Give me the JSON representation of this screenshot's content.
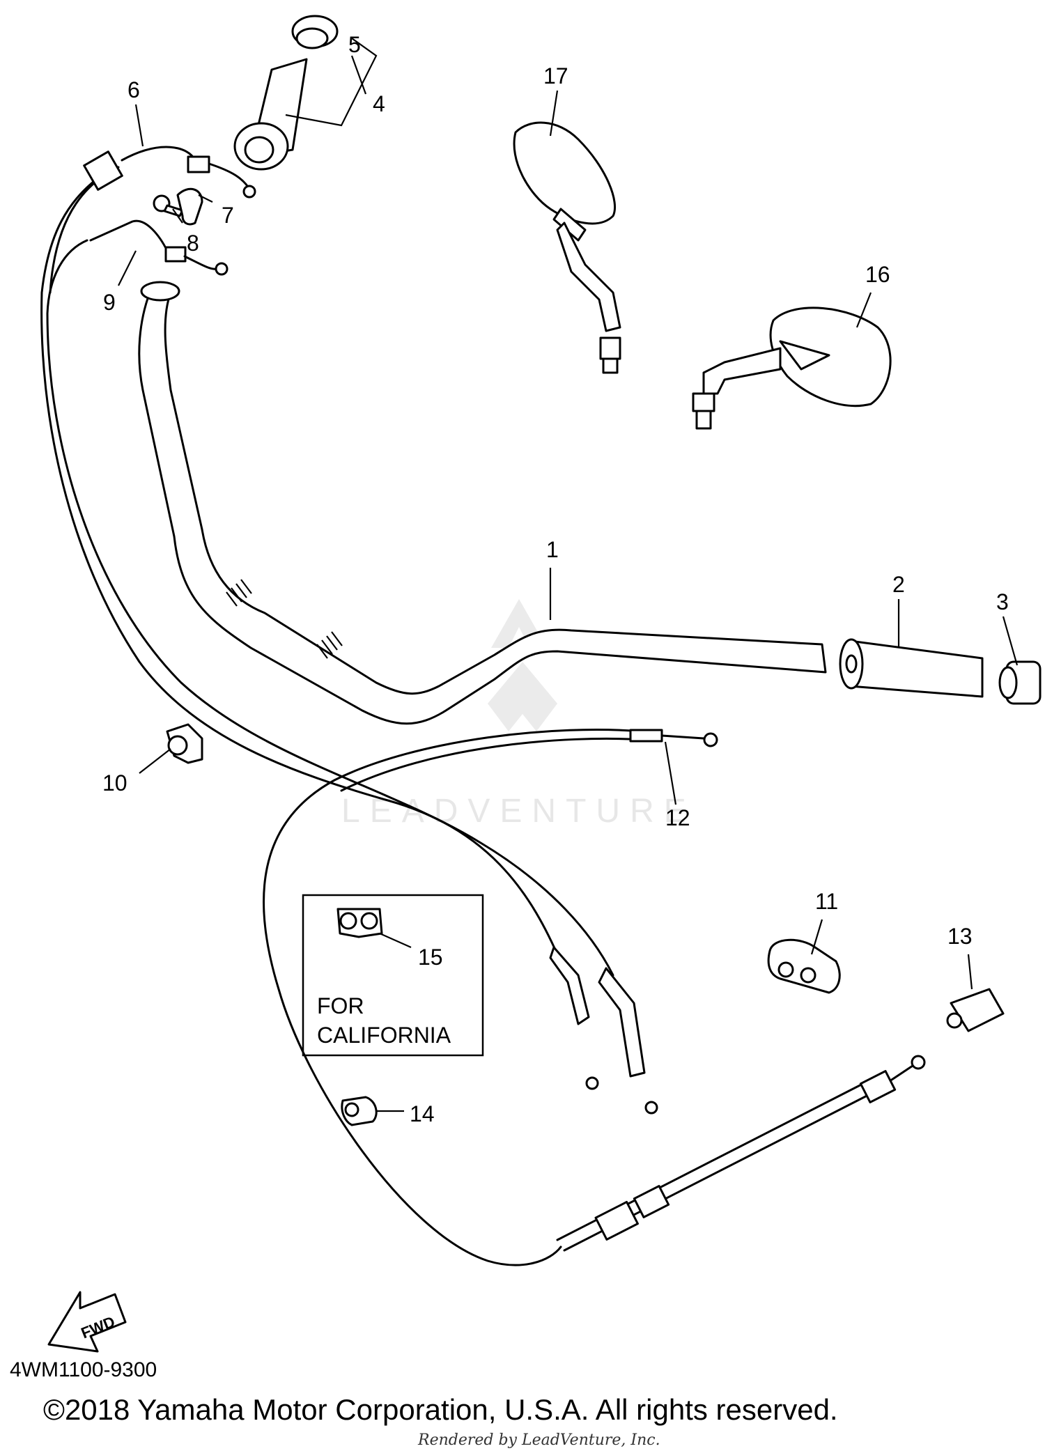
{
  "diagram": {
    "callouts": [
      "1",
      "2",
      "3",
      "4",
      "5",
      "6",
      "7",
      "8",
      "9",
      "10",
      "11",
      "12",
      "13",
      "14",
      "15",
      "16",
      "17"
    ],
    "inset_box": {
      "line1": "FOR",
      "line2": "CALIFORNIA"
    },
    "direction_arrow": "FWD",
    "watermark": "LEADVENTURE"
  },
  "footer": {
    "diagram_code": "4WM1100-9300",
    "copyright": "©2018 Yamaha Motor Corporation, U.S.A. All rights reserved.",
    "render_credit": "Rendered by LeadVenture, Inc."
  }
}
